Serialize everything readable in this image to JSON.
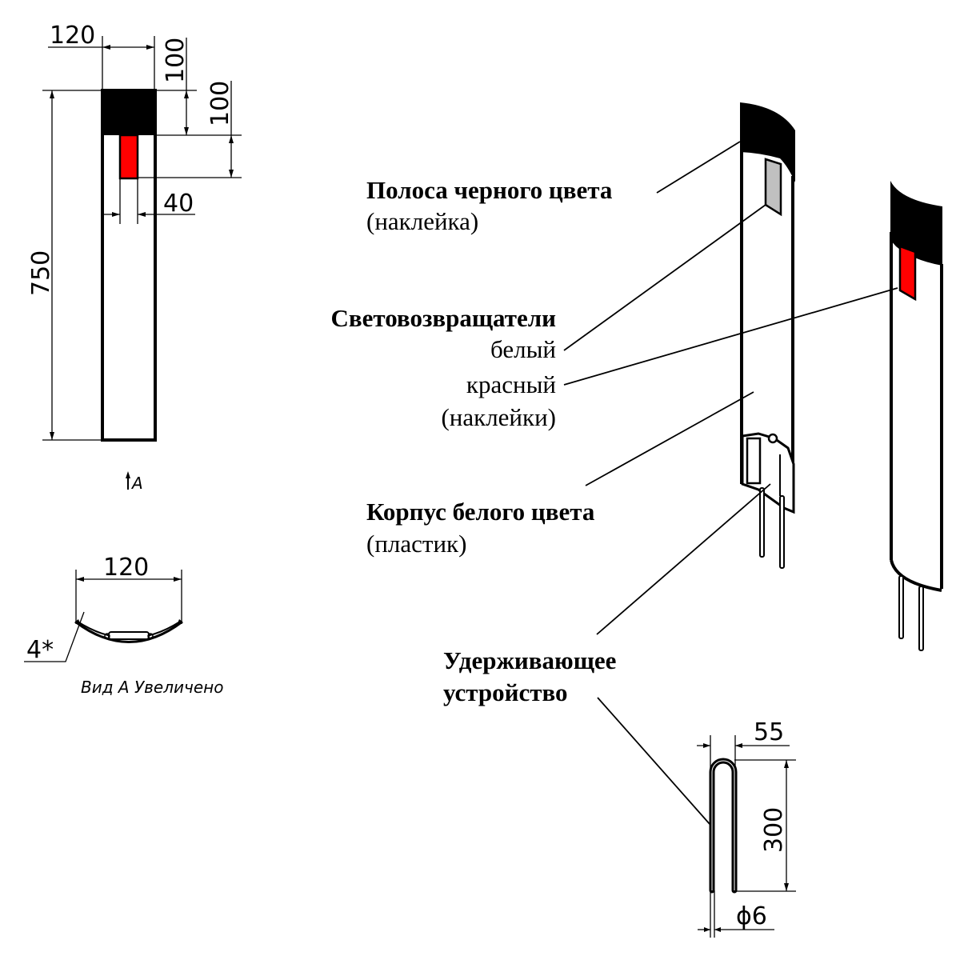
{
  "colors": {
    "black_band": "#000000",
    "red_reflector": "#ff0000",
    "white_reflector": "#c0c0c0",
    "body": "#ffffff"
  },
  "front_view": {
    "dim_width": "120",
    "dim_band_height": "100",
    "dim_reflector_offset": "100",
    "dim_reflector_width": "40",
    "dim_total_height": "750",
    "view_marker": "A"
  },
  "section_view": {
    "dim_width": "120",
    "dim_thickness": "4*",
    "caption": "Вид А Увеличено"
  },
  "callouts": {
    "black_band": {
      "title": "Полоса черного цвета",
      "subtitle": "(наклейка)"
    },
    "reflectors": {
      "title": "Световозвращатели",
      "white": "белый",
      "red": "красный",
      "subtitle": "(наклейки)"
    },
    "body": {
      "title": "Корпус белого цвета",
      "subtitle": "(пластик)"
    },
    "holder": {
      "title_line1": "Удерживающее",
      "title_line2": "устройство"
    }
  },
  "holder_view": {
    "dim_width": "55",
    "dim_height": "300",
    "dim_diameter": "ϕ6"
  }
}
